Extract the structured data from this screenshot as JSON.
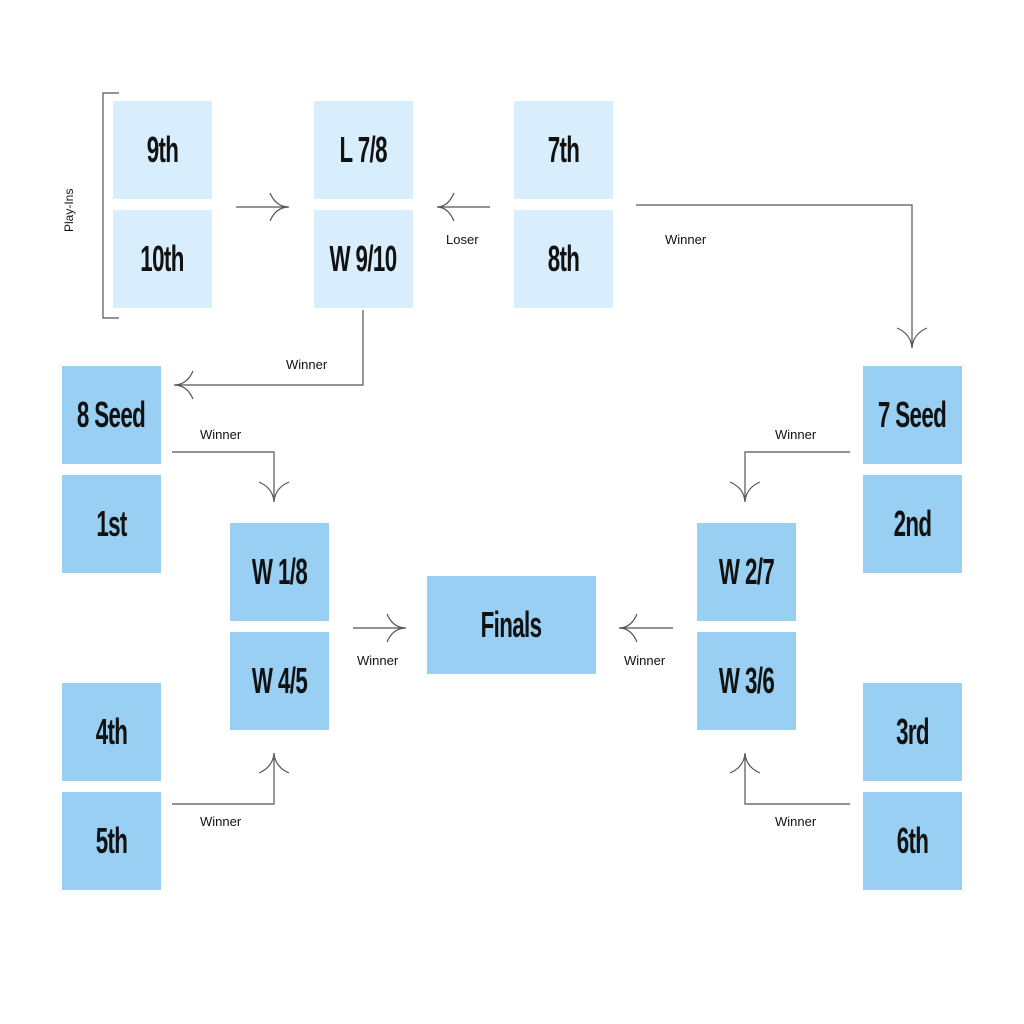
{
  "boxes": {
    "s9": "9th",
    "s10": "10th",
    "l78": "L 7/8",
    "w910": "W 9/10",
    "s7": "7th",
    "s8": "8th",
    "seed8": "8 Seed",
    "s1": "1st",
    "seed7": "7 Seed",
    "s2": "2nd",
    "w18": "W 1/8",
    "w45": "W 4/5",
    "finals": "Finals",
    "w27": "W 2/7",
    "w36": "W 3/6",
    "s4": "4th",
    "s5": "5th",
    "s3": "3rd",
    "s6": "6th"
  },
  "labels": {
    "play_ins": "Play-Ins",
    "loser": "Loser",
    "winner_78": "Winner",
    "winner_910": "Winner",
    "winner_seed8": "Winner",
    "winner_seed7": "Winner",
    "winner_w18": "Winner",
    "winner_w27": "Winner",
    "winner_45": "Winner",
    "winner_36": "Winner"
  },
  "colors": {
    "play_in_box": "#d9eefc",
    "bracket_box": "#99cff2",
    "line": "#444444",
    "text": "#111111"
  }
}
